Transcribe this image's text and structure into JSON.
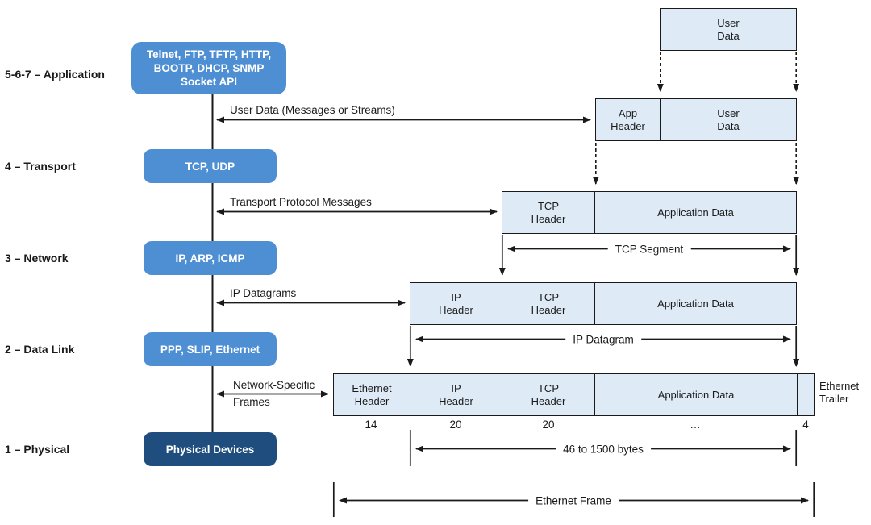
{
  "layers": [
    {
      "label": "5-6-7 – Application",
      "box": "Telnet, FTP, TFTP, HTTP,\nBOOTP, DHCP, SNMP\nSocket API"
    },
    {
      "label": "4 – Transport",
      "box": "TCP, UDP"
    },
    {
      "label": "3 – Network",
      "box": "IP, ARP, ICMP"
    },
    {
      "label": "2 – Data Link",
      "box": "PPP, SLIP, Ethernet"
    },
    {
      "label": "1 – Physical",
      "box": "Physical Devices"
    }
  ],
  "flows": [
    "User Data (Messages or Streams)",
    "Transport Protocol Messages",
    "IP Datagrams",
    "Network-Specific\nFrames"
  ],
  "rows": {
    "user": [
      "User\nData"
    ],
    "app": [
      "App\nHeader",
      "User\nData"
    ],
    "tcp": [
      "TCP\nHeader",
      "Application Data"
    ],
    "ip": [
      "IP\nHeader",
      "TCP\nHeader",
      "Application Data"
    ],
    "eth": [
      "Ethernet\nHeader",
      "IP\nHeader",
      "TCP\nHeader",
      "Application Data",
      ""
    ]
  },
  "spans": {
    "tcp_segment": "TCP Segment",
    "ip_datagram": "IP Datagram",
    "payload_size": "46 to 1500 bytes",
    "frame": "Ethernet Frame"
  },
  "bytes": [
    "14",
    "20",
    "20",
    "…",
    "4"
  ],
  "trailer_label": "Ethernet\nTrailer",
  "colors": {
    "layer_box_blue": "#4E8FD4",
    "layer_box_navy": "#1F4E7E",
    "pdu_fill": "#DEEBF7",
    "line": "#1A1A1A"
  }
}
